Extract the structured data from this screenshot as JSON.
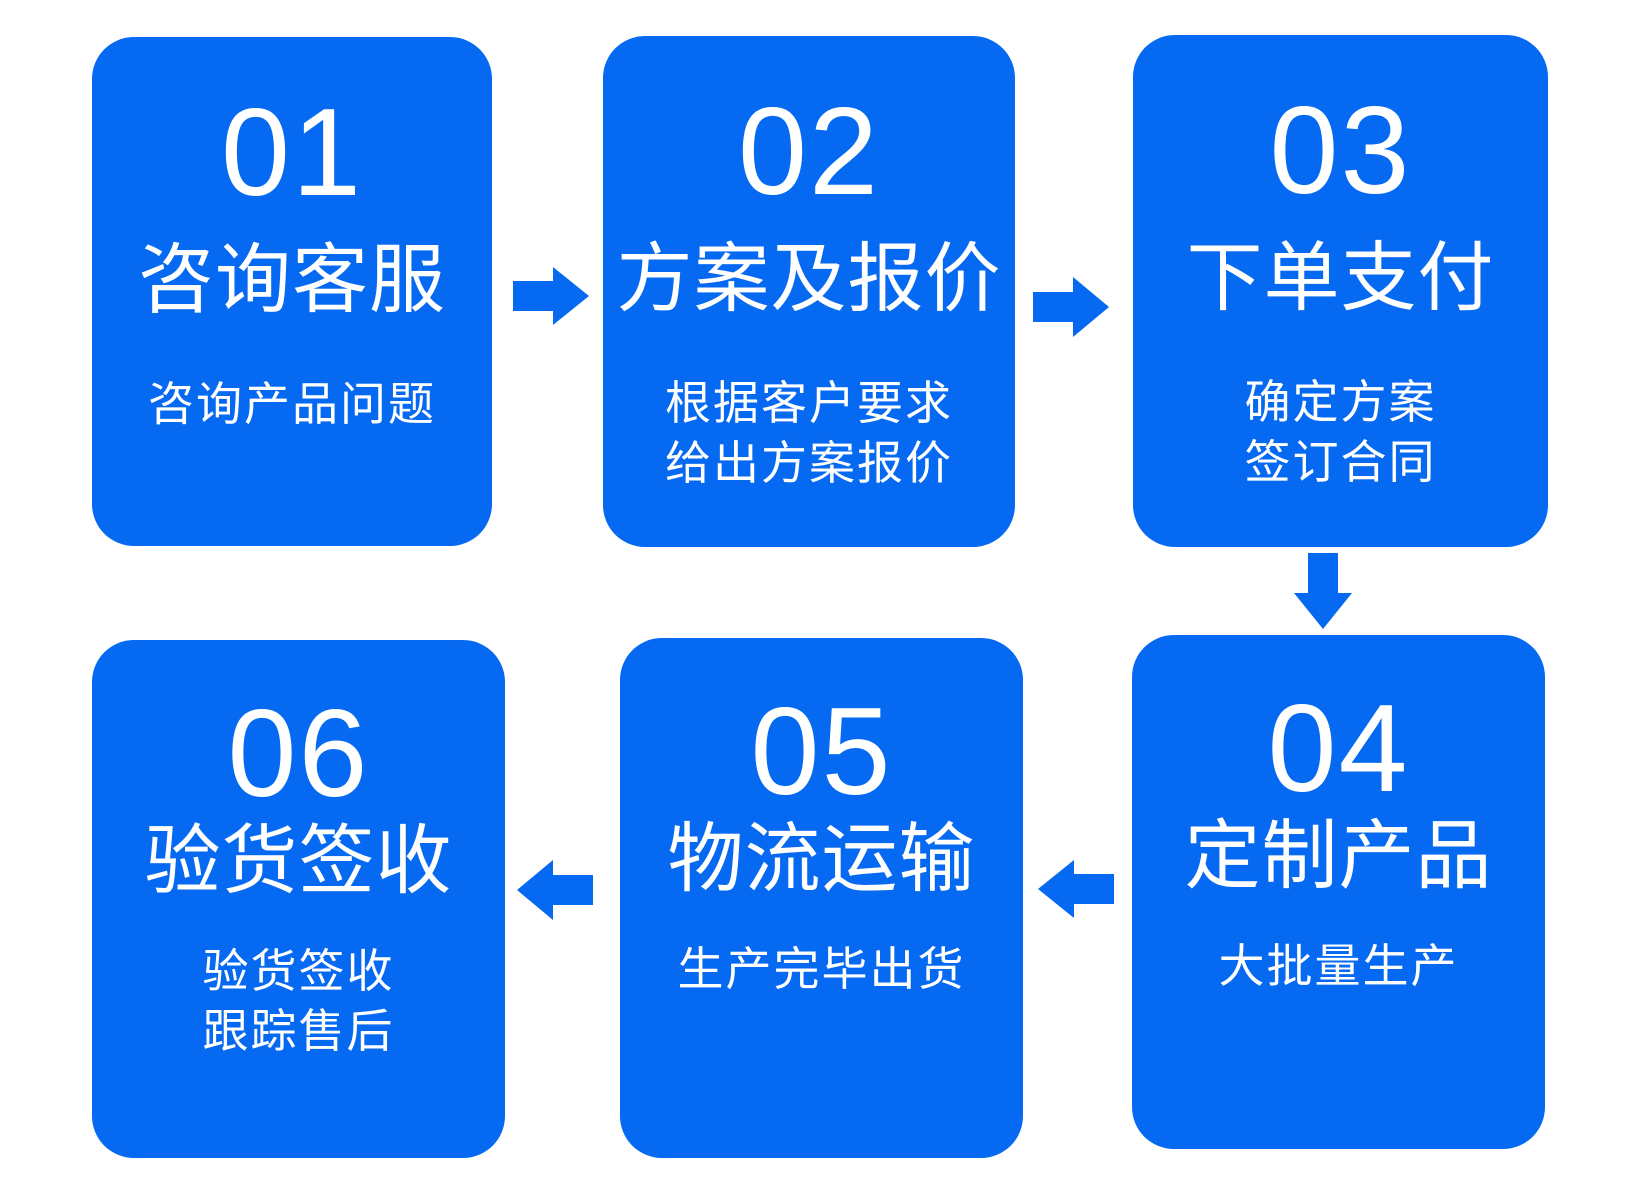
{
  "diagram": {
    "type": "process-flow",
    "direction": "snake: top row left-to-right, down, bottom row right-to-left",
    "colors": {
      "box_fill": "#0669F2",
      "arrow_fill": "#0669F2",
      "text": "#FFFFFF",
      "background": "#FFFFFF"
    },
    "steps": [
      {
        "number": "01",
        "title": "咨询客服",
        "lines": [
          "咨询产品问题"
        ]
      },
      {
        "number": "02",
        "title": "方案及报价",
        "lines": [
          "根据客户要求",
          "给出方案报价"
        ]
      },
      {
        "number": "03",
        "title": "下单支付",
        "lines": [
          "确定方案",
          "签订合同"
        ]
      },
      {
        "number": "04",
        "title": "定制产品",
        "lines": [
          "大批量生产"
        ]
      },
      {
        "number": "05",
        "title": "物流运输",
        "lines": [
          "生产完毕出货"
        ]
      },
      {
        "number": "06",
        "title": "验货签收",
        "lines": [
          "验货签收",
          "跟踪售后"
        ]
      }
    ],
    "arrows": [
      {
        "from": "01",
        "to": "02",
        "direction": "right"
      },
      {
        "from": "02",
        "to": "03",
        "direction": "right"
      },
      {
        "from": "03",
        "to": "04",
        "direction": "down"
      },
      {
        "from": "04",
        "to": "05",
        "direction": "left"
      },
      {
        "from": "05",
        "to": "06",
        "direction": "left"
      }
    ]
  }
}
